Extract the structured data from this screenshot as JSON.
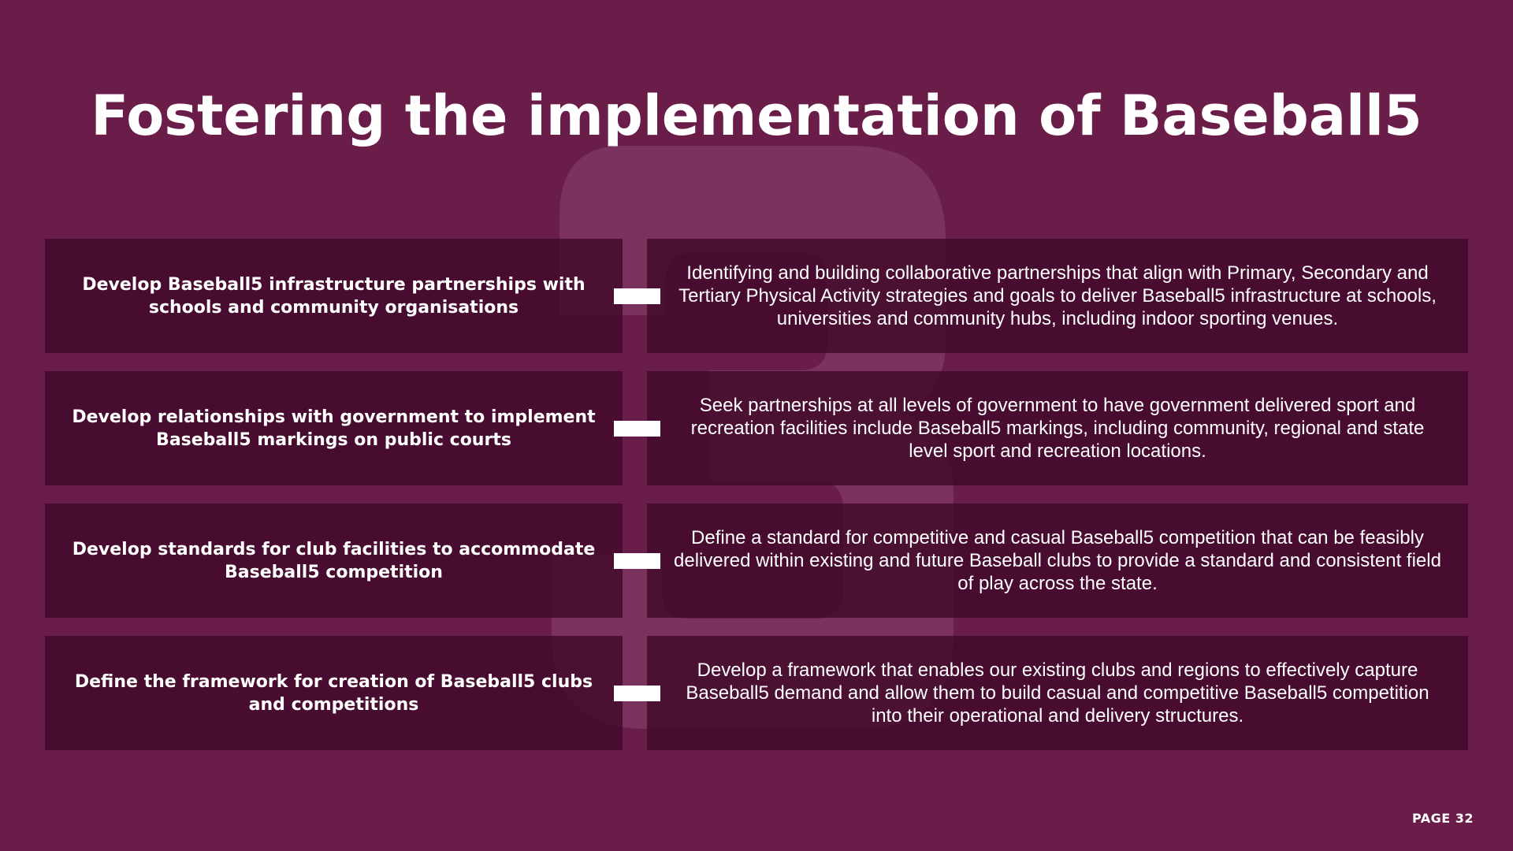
{
  "title": "Fostering the implementation of Baseball5",
  "rows": [
    {
      "heading": "Develop Baseball5 infrastructure partnerships with schools and community organisations",
      "description": "Identifying and building collaborative partnerships that align with Primary, Secondary and Tertiary Physical Activity strategies and goals to deliver Baseball5 infrastructure at schools, universities and community hubs, including indoor sporting venues."
    },
    {
      "heading": "Develop relationships with government to implement Baseball5 markings on public courts",
      "description": "Seek partnerships at all levels of government to have government delivered sport and recreation facilities include Baseball5 markings, including community, regional and state level sport and recreation locations."
    },
    {
      "heading": "Develop standards for club facilities to accommodate Baseball5 competition",
      "description": "Define a standard for competitive and casual Baseball5 competition that can be feasibly delivered within existing and future Baseball clubs to provide a standard and consistent field of play across the state."
    },
    {
      "heading": "Define the framework for creation of Baseball5 clubs and competitions",
      "description": "Develop a framework that enables our existing clubs and regions to effectively capture Baseball5 demand and allow them to build casual and competitive Baseball5 competition into their operational and delivery structures."
    }
  ],
  "page_label": "PAGE 32",
  "colors": {
    "background": "#6a1d49",
    "panel": "#4a0d36",
    "text": "#ffffff"
  },
  "watermark_icon": "number-three-icon"
}
